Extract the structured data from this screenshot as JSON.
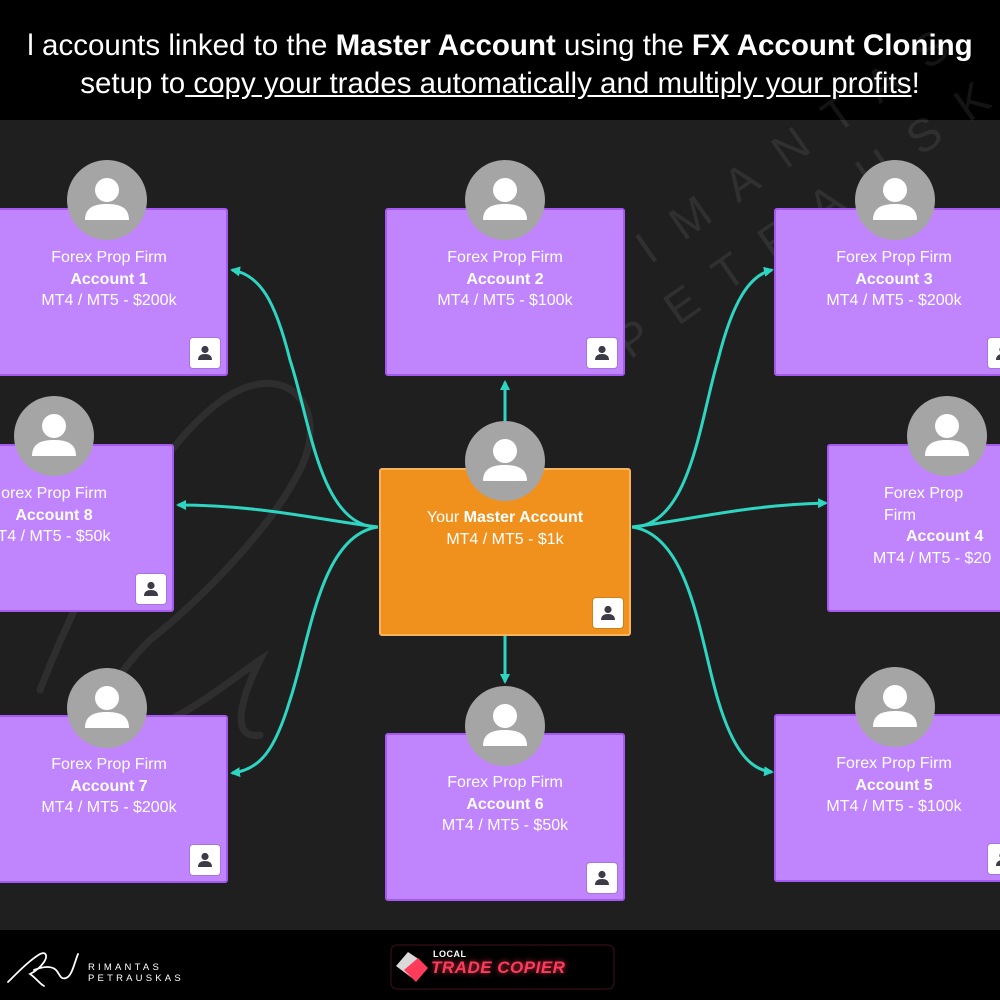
{
  "headline": {
    "part1": "l accounts linked to the ",
    "bold1": "Master Account",
    "part2": " using the ",
    "bold2": "FX Account Cloning",
    "line2_start": "setup to",
    "line2_link": " copy your trades automatically and multiply your profits",
    "line2_end": "!"
  },
  "master": {
    "prefix": "Your ",
    "title": "Master Account",
    "detail": "MT4 / MT5 - $1k",
    "color": "#f0901d"
  },
  "accounts": [
    {
      "firm": "Forex Prop Firm",
      "name": "Account 1",
      "detail": "MT4 / MT5 - $200k"
    },
    {
      "firm": "Forex Prop Firm",
      "name": "Account 2",
      "detail": "MT4 / MT5 - $100k"
    },
    {
      "firm": "Forex Prop Firm",
      "name": "Account 3",
      "detail": "MT4 / MT5 - $200k"
    },
    {
      "firm": "Forex Prop Firm",
      "name": "Account 4",
      "detail": "MT4 / MT5 - $20"
    },
    {
      "firm": "Forex Prop Firm",
      "name": "Account 5",
      "detail": "MT4 / MT5 - $100k"
    },
    {
      "firm": "Forex Prop Firm",
      "name": "Account 6",
      "detail": "MT4 / MT5 - $50k"
    },
    {
      "firm": "Forex Prop Firm",
      "name": "Account 7",
      "detail": "MT4 / MT5 - $200k"
    },
    {
      "firm": "orex Prop Firm",
      "name": "Account 8",
      "detail": "T4 / MT5 - $50k"
    }
  ],
  "accent_color": "#2ed6c2",
  "account_color": "#c084fc",
  "watermark_text": [
    "RIMANTAS",
    "PETRAUSKAS"
  ],
  "footer": {
    "author": "RIMANTAS PETRAUSKAS",
    "brand_small": "LOCAL",
    "brand_main": "TRADE COPIER"
  },
  "icons": {
    "avatar": "user-avatar-icon",
    "mini": "user-badge-icon",
    "signature": "signature-logo-icon"
  }
}
